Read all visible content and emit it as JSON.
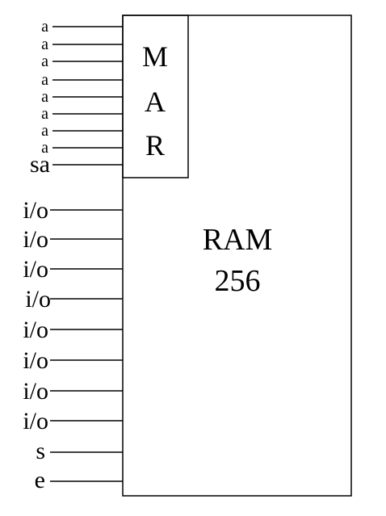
{
  "colors": {
    "stroke": "#000000",
    "background": "#ffffff"
  },
  "mar": {
    "letters": [
      "M",
      "A",
      "R"
    ]
  },
  "ram": {
    "line1": "RAM",
    "line2": "256"
  },
  "pins": {
    "address": [
      "a",
      "a",
      "a",
      "a",
      "a",
      "a",
      "a",
      "a"
    ],
    "select_address": "sa",
    "io": [
      "i/o",
      "i/o",
      "i/o",
      "i/o",
      "i/o",
      "i/o",
      "i/o",
      "i/o"
    ],
    "set": "s",
    "enable": "e"
  }
}
